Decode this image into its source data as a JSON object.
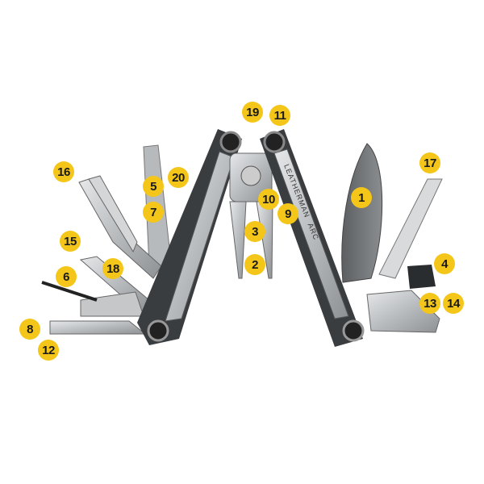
{
  "colors": {
    "badge": "#f4c619",
    "steel": "#c9cbcd",
    "dark_steel": "#3a3d40",
    "blade": "#6d7073"
  },
  "product": {
    "brand_text": "LEATHERMAN",
    "model_text": "ARC"
  },
  "callouts": [
    "19",
    "11",
    "16",
    "20",
    "5",
    "7",
    "17",
    "1",
    "10",
    "9",
    "3",
    "2",
    "15",
    "6",
    "18",
    "4",
    "13",
    "14",
    "8",
    "12"
  ]
}
